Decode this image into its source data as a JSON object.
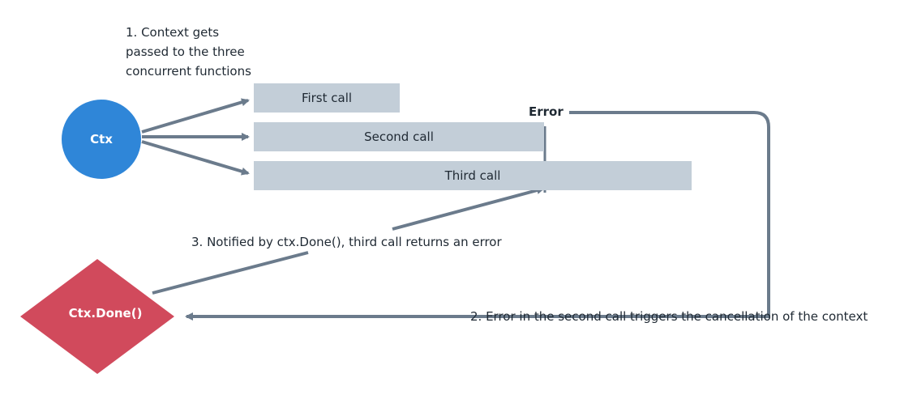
{
  "ctx": {
    "label": "Ctx"
  },
  "calls": [
    {
      "label": "First call"
    },
    {
      "label": "Second call"
    },
    {
      "label": "Third call"
    }
  ],
  "error": {
    "label": "Error"
  },
  "done": {
    "label": "Ctx.Done()"
  },
  "notes": {
    "step1": [
      "1. Context gets",
      "passed to the three",
      "concurrent functions"
    ],
    "step2": "2. Error in the second call triggers the cancellation of the context",
    "step3": "3. Notified by ctx.Done(), third call returns an error"
  },
  "colors": {
    "ctx": "#2f86d8",
    "done": "#d14a5c",
    "bars": "#c3ced8",
    "arrows": "#6b7b8c"
  }
}
